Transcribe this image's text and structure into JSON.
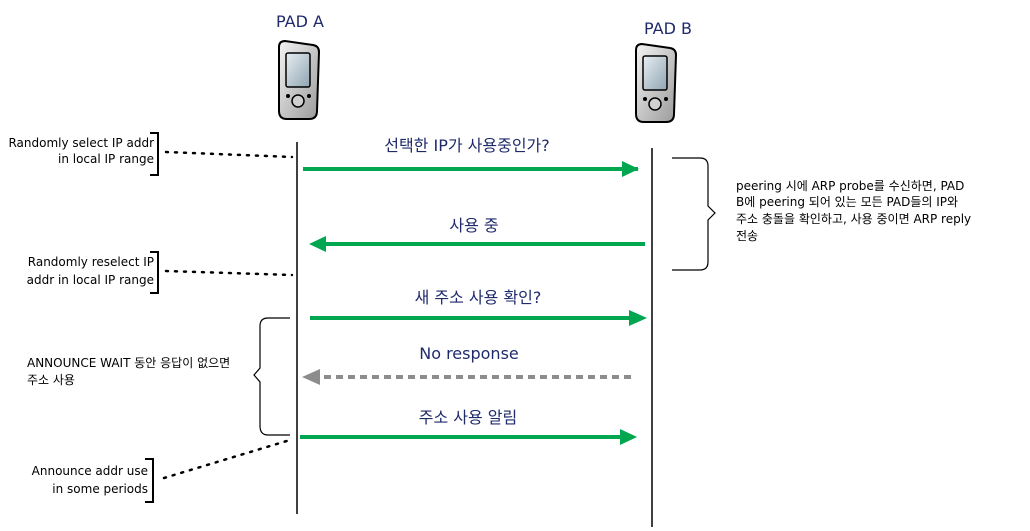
{
  "participants": {
    "a": {
      "label": "PAD A"
    },
    "b": {
      "label": "PAD B"
    }
  },
  "messages": [
    {
      "label": "선택한 IP가 사용중인가?",
      "direction": "a-to-b",
      "style": "solid",
      "color": "#00a650"
    },
    {
      "label": "사용 중",
      "direction": "b-to-a",
      "style": "solid",
      "color": "#00a650"
    },
    {
      "label": "새 주소 사용 확인?",
      "direction": "a-to-b",
      "style": "solid",
      "color": "#00a650"
    },
    {
      "label": "No response",
      "direction": "b-to-a",
      "style": "dashed",
      "color": "#8c8c8c"
    },
    {
      "label": "주소 사용 알림",
      "direction": "a-to-b",
      "style": "solid",
      "color": "#00a650"
    }
  ],
  "left_notes": {
    "n1": [
      "Randomly select IP addr",
      "in local IP range"
    ],
    "n2": [
      "Randomly reselect IP",
      "addr in local IP range"
    ],
    "n3": [
      "ANNOUNCE WAIT 동안 응답이 없으면",
      "주소 사용"
    ],
    "n4": [
      "Announce addr use",
      "in some periods"
    ]
  },
  "right_note": [
    "peering 시에 ARP probe를 수신하면, PAD",
    "B에 peering 되어 있는 모든 PAD들의 IP와",
    "주소 충돌을 확인하고, 사용 중이면 ARP reply",
    "전송"
  ],
  "colors": {
    "message": "#00a650",
    "no_response": "#8c8c8c",
    "label_text": "#1f2a6b"
  }
}
